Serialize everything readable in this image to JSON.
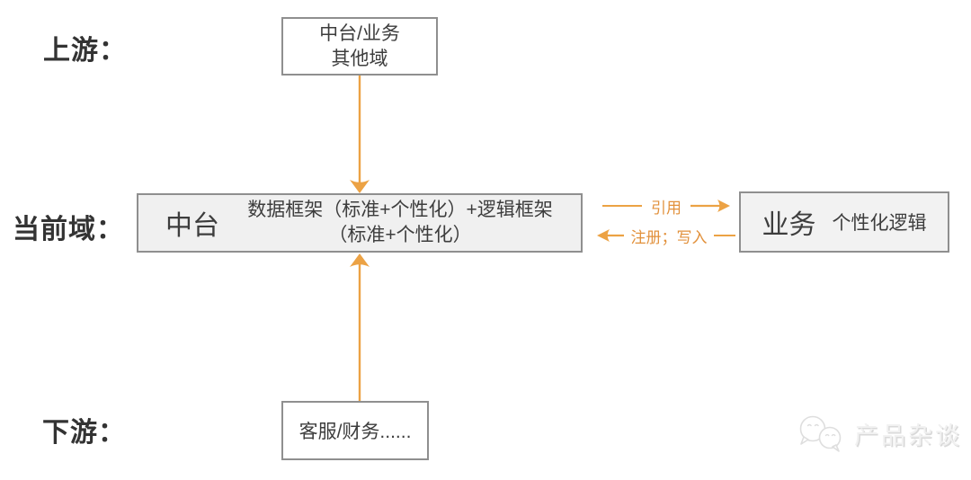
{
  "diagram": {
    "row_labels": {
      "upstream": "上游：",
      "current": "当前域：",
      "downstream": "下游："
    },
    "boxes": {
      "upstream": {
        "lines": [
          "中台/业务",
          "其他域"
        ]
      },
      "middle": {
        "title": "中台",
        "desc_lines": [
          "数据框架（标准+个性化）+逻辑框架",
          "（标准+个性化）"
        ]
      },
      "business": {
        "title": "业务",
        "desc": "个性化逻辑"
      },
      "downstream": {
        "label": "客服/财务......"
      }
    },
    "arrows": {
      "reference_label": "引用",
      "register_label": "注册；写入"
    },
    "colors": {
      "arrow_orange": "#eca244",
      "box_border_gray": "#8f8f8f",
      "box_fill_gray": "#f0f0f0",
      "text_dark": "#3d3d3d",
      "watermark_gray": "#e3e3e3"
    }
  },
  "watermark": {
    "text": "产品杂谈",
    "icon": "wechat-icon"
  }
}
